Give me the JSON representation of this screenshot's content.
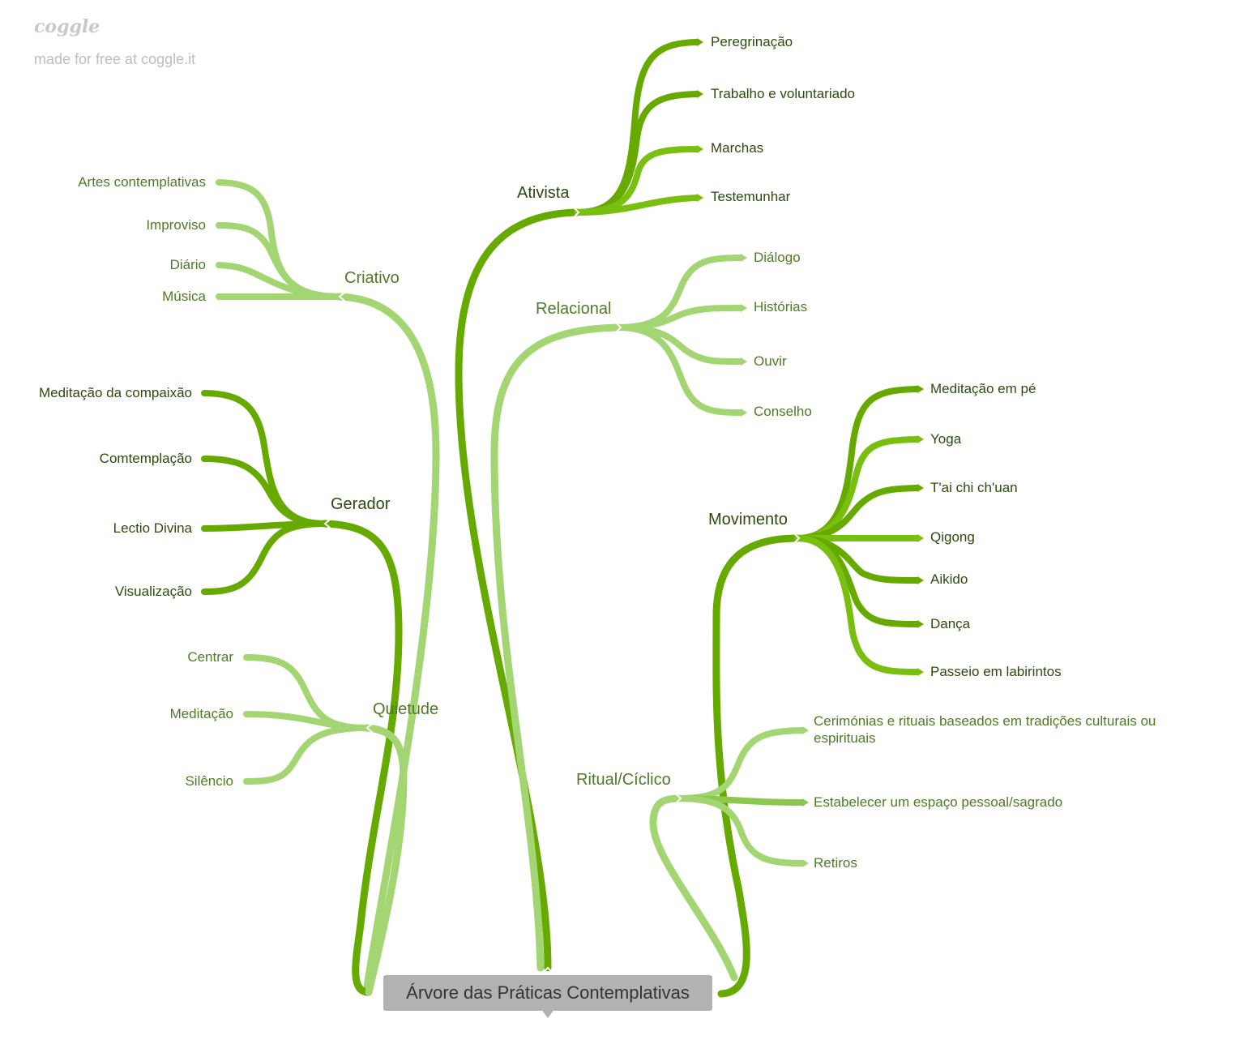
{
  "brand": {
    "logo_text": "coggle",
    "tagline": "made for free at coggle.it"
  },
  "root": {
    "label": "Árvore das Práticas Contemplativas"
  },
  "colors": {
    "dark_green": "#66aa00",
    "light_green": "#a3d672",
    "mid_green": "#79bf10",
    "root_fill": "#b2b2b2"
  },
  "branches": {
    "criativo": {
      "label": "Criativo",
      "items": [
        "Artes contemplativas",
        "Improviso",
        "Diário",
        "Música"
      ]
    },
    "gerador": {
      "label": "Gerador",
      "items": [
        "Meditação da compaixão",
        "Comtemplação",
        "Lectio Divina",
        "Visualização"
      ]
    },
    "quietude": {
      "label": "Quietude",
      "items": [
        "Centrar",
        "Meditação",
        "Silêncio"
      ]
    },
    "ativista": {
      "label": "Ativista",
      "items": [
        "Peregrinação",
        "Trabalho e voluntariado",
        "Marchas",
        "Testemunhar"
      ]
    },
    "relacional": {
      "label": "Relacional",
      "items": [
        "Diálogo",
        "Histórias",
        "Ouvir",
        "Conselho"
      ]
    },
    "movimento": {
      "label": "Movimento",
      "items": [
        "Meditação em pé",
        "Yoga",
        "T'ai chi ch'uan",
        "Qigong",
        "Aikido",
        "Dança",
        "Passeio em labirintos"
      ]
    },
    "ritual": {
      "label": "Ritual/Cíclico",
      "items": [
        "Cerimónias e rituais baseados em tradições culturais ou espirituais",
        "Estabelecer um espaço pessoal/sagrado",
        "Retiros"
      ]
    }
  }
}
